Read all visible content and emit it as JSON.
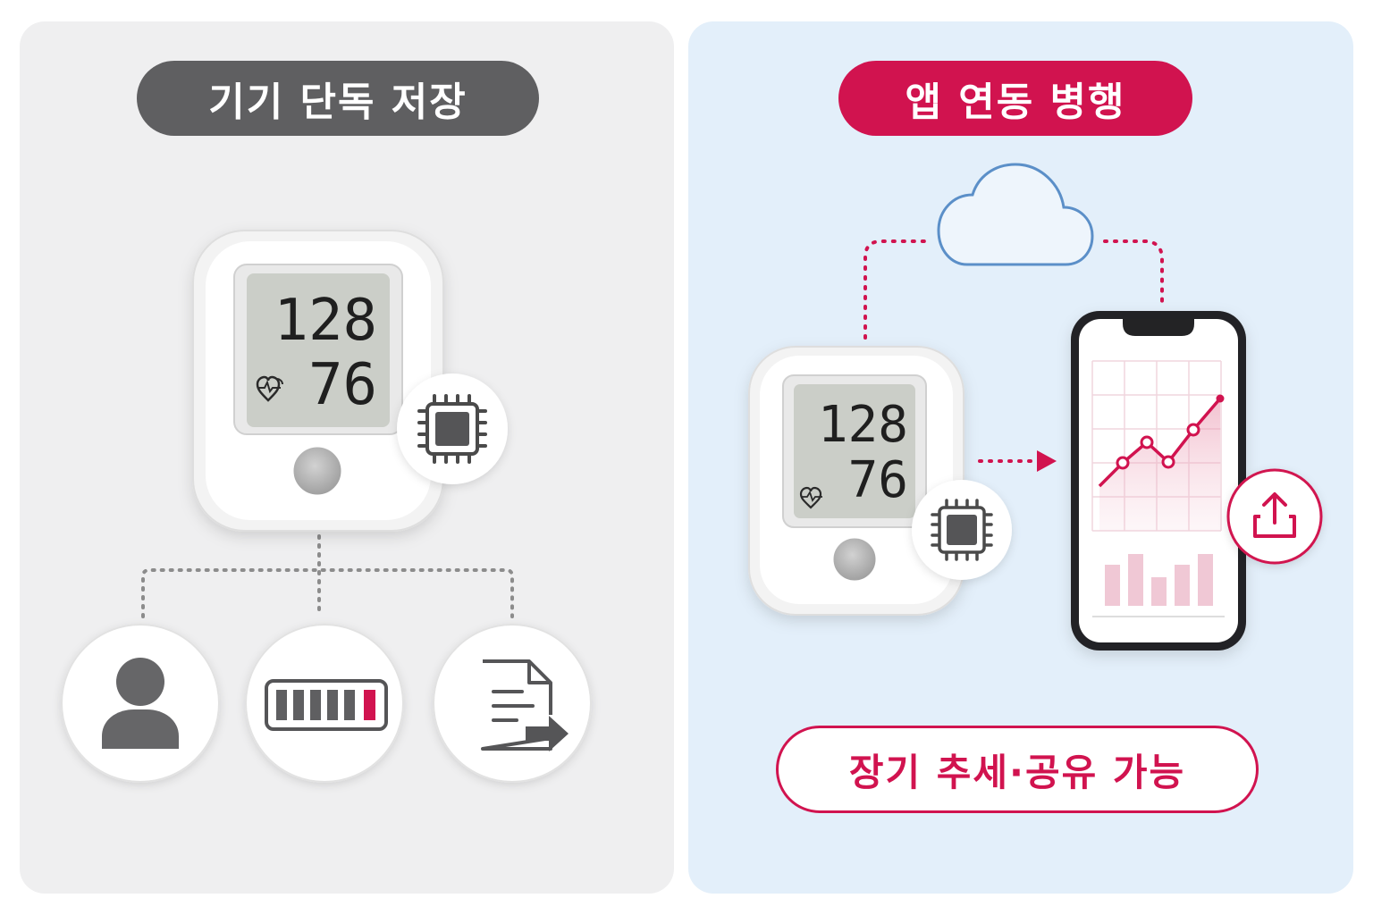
{
  "left": {
    "title": "기기 단독 저장",
    "device": {
      "systolic": "128",
      "diastolic": "76"
    },
    "icons": [
      "chip-icon",
      "heart-pulse-icon",
      "user-icon",
      "memory-battery-icon",
      "file-export-icon"
    ]
  },
  "right": {
    "title": "앱 연동 병행",
    "device": {
      "systolic": "128",
      "diastolic": "76"
    },
    "icons": [
      "cloud-icon",
      "chip-icon",
      "heart-pulse-icon",
      "phone-icon",
      "share-icon"
    ],
    "footer": "장기 추세·공유 가능"
  },
  "colors": {
    "accent": "#d1134f",
    "gray_pill": "#5f5f61",
    "left_bg": "#efeff0",
    "right_bg": "#e3effa",
    "cloud_stroke": "#5b8fc8"
  }
}
